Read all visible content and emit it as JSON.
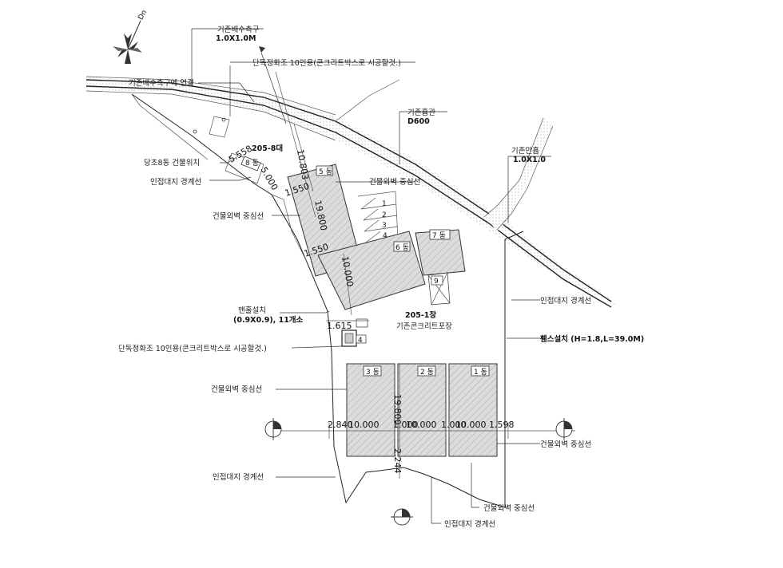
{
  "north": {
    "label": "Dn"
  },
  "labels": {
    "existing_outlet": "기존배수측구",
    "existing_outlet_size": "1.0X1.0M",
    "septic_top": "단독정화조 10인용(콘크리트박스로 시공할것.)",
    "connect_existing": "기존배수측구에 연결",
    "existing_pipe": "기존흄관",
    "existing_pipe_size": "D600",
    "existing_culvert": "기존만흄",
    "existing_culvert_size": "1.0X1.0",
    "lot_205_8": "205-8대",
    "bldg8_pos": "당초8동 건물위치",
    "adjacent_boundary_1": "인접대지 경계선",
    "wall_center_1": "건물외벽 중심선",
    "wall_center_2": "건물외벽 중심선",
    "adjacent_boundary_2": "인접대지 경계선",
    "manhole": "맨홀설치",
    "manhole_spec": "(0.9X0.9), 11개소",
    "lot_205_1": "205-1장",
    "concrete_pave": "기존콘크리트포장",
    "fence": "휀스설치 (H=1.8,L=39.0M)",
    "septic_bottom": "단독정화조 10인용(콘크리트박스로 시공할것.)",
    "wall_center_3": "건물외벽 중심선",
    "wall_center_4": "건물외벽 중심선",
    "adjacent_boundary_3": "인접대지 경계선",
    "wall_center_5": "건물외벽 중심선",
    "adjacent_boundary_4": "인접대지 경계선"
  },
  "buildings": {
    "b1": "1 동",
    "b2": "2 동",
    "b3": "3 동",
    "b4": "4",
    "b5": "5 동",
    "b6": "6 동",
    "b7": "7 동",
    "b8": "8 동",
    "b9": "9"
  },
  "parking": [
    "1",
    "2",
    "3",
    "4"
  ],
  "dimensions": {
    "d_10803": "10.803",
    "d_19800_top": "19.800",
    "d_1550_a": "1.550",
    "d_1550_b": "1.550",
    "d_10000_v": "10.000",
    "d_1615": "1.615",
    "d_2840": "2.840",
    "d_10000_1": "10.000",
    "d_1000_1": "1.000",
    "d_10000_2": "10.000",
    "d_1000_2": "1.000",
    "d_10000_3": "10.000",
    "d_1598": "1.598",
    "d_19800_bot": "19.800",
    "d_2244": "2.244",
    "d_5558": "5.558",
    "d_5000": "5.000"
  }
}
